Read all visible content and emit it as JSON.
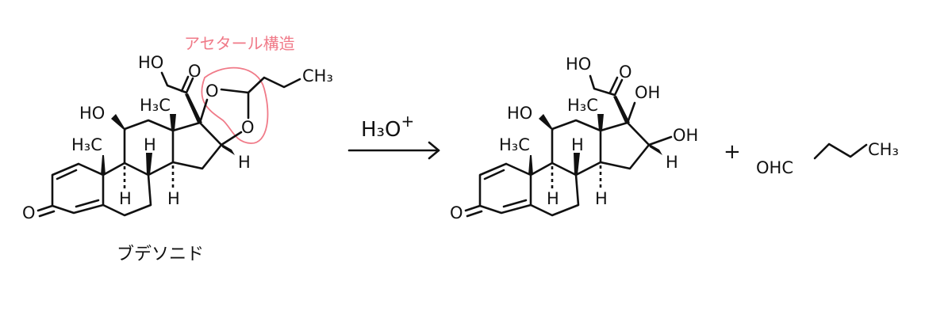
{
  "annotation": {
    "label": "アセタール構造",
    "color": "#f07a88"
  },
  "reactant": {
    "name": "ブデソニド",
    "labels": {
      "o3": "O",
      "ho11": "HO",
      "me10": "H₃C",
      "h9": "H",
      "h8": "H",
      "me13": "H₃C",
      "h14": "H",
      "ho21": "HO",
      "o20": "O",
      "o17": "O",
      "o16": "O",
      "h16": "H",
      "ch3": "CH₃"
    }
  },
  "reagent": {
    "text": "H₃O",
    "charge": "+"
  },
  "product": {
    "labels": {
      "o3": "O",
      "ho11": "HO",
      "me10": "H₃C",
      "h9": "H",
      "h8": "H",
      "me13": "H₃C",
      "h14": "H",
      "ho21": "HO",
      "o20": "O",
      "oh17": "OH",
      "oh16": "OH",
      "h16": "H"
    }
  },
  "plus": "+",
  "byproduct": {
    "cho": "OHC",
    "ch3": "CH₃"
  }
}
